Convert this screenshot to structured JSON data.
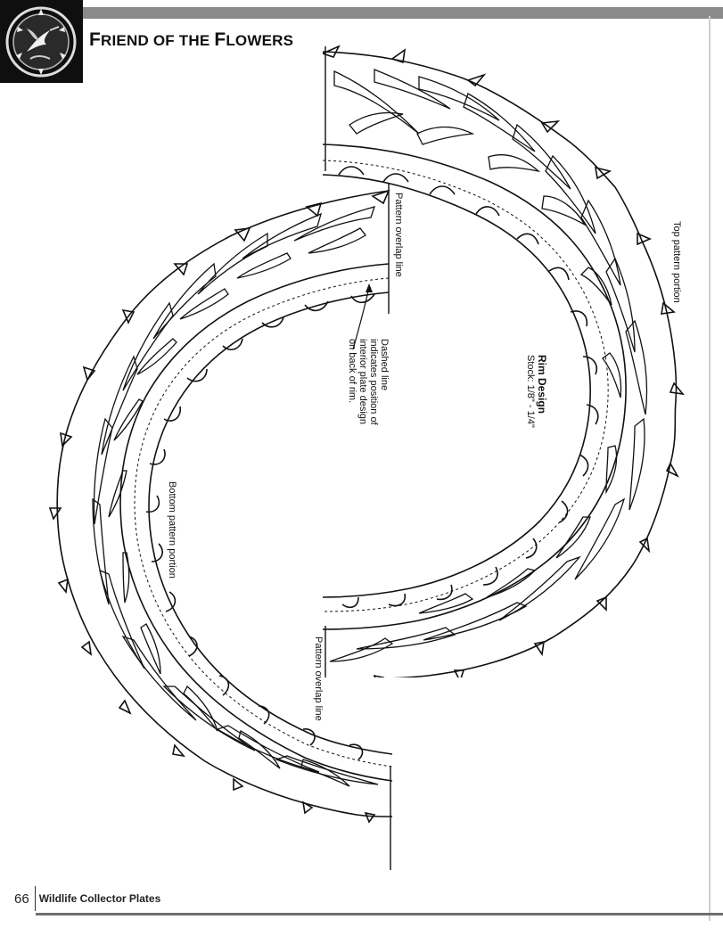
{
  "header": {
    "title_cap1": "F",
    "title_rest1": "RIEND OF THE ",
    "title_cap2": "F",
    "title_rest2": "LOWERS"
  },
  "labels": {
    "top_portion": "Top pattern portion",
    "bottom_portion": "Bottom pattern portion",
    "overlap_top": "Pattern overlap line",
    "overlap_bottom": "Pattern overlap line",
    "rim_title": "Rim Design",
    "rim_stock": "Stock: 1/8\" - 1/4\"",
    "dashed_1": "Dashed line",
    "dashed_2": "indicates position of",
    "dashed_3": "interior plate design",
    "dashed_4": "on back of rim."
  },
  "footer": {
    "page_number": "66",
    "book_title": "Wildlife Collector Plates"
  },
  "colors": {
    "ink": "#111111",
    "header_bar": "#8a8a8a",
    "logo_bg": "#0f0f0f"
  }
}
